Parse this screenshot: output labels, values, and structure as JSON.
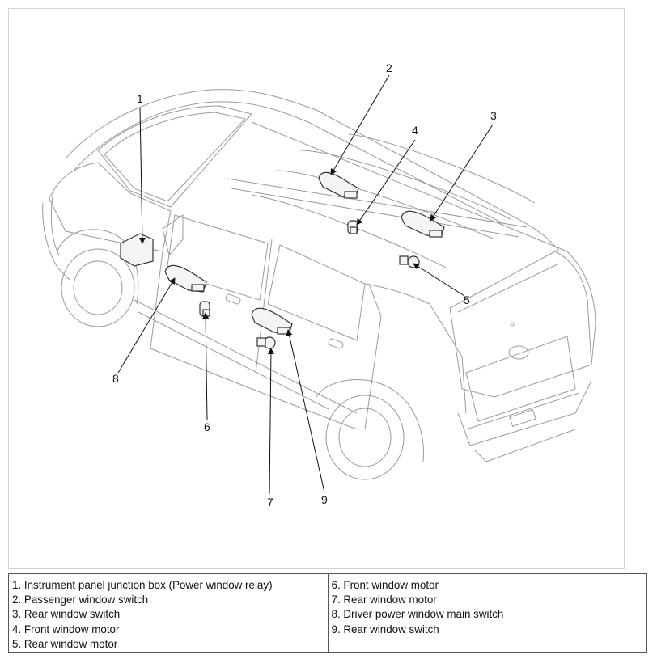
{
  "callouts": {
    "n1": "1",
    "n2": "2",
    "n3": "3",
    "n4": "4",
    "n5": "5",
    "n6": "6",
    "n7": "7",
    "n8": "8",
    "n9": "9"
  },
  "legend": {
    "left": [
      "1. Instrument panel junction box (Power window relay)",
      "2. Passenger window switch",
      "3. Rear window switch",
      "4. Front window motor",
      "5. Rear window motor"
    ],
    "right": [
      "6. Front window motor",
      "7. Rear window motor",
      "8. Driver power window main switch",
      "9. Rear window switch"
    ]
  },
  "colors": {
    "outline": "#9a9a9a",
    "leader": "#111111",
    "component": "#333333"
  }
}
